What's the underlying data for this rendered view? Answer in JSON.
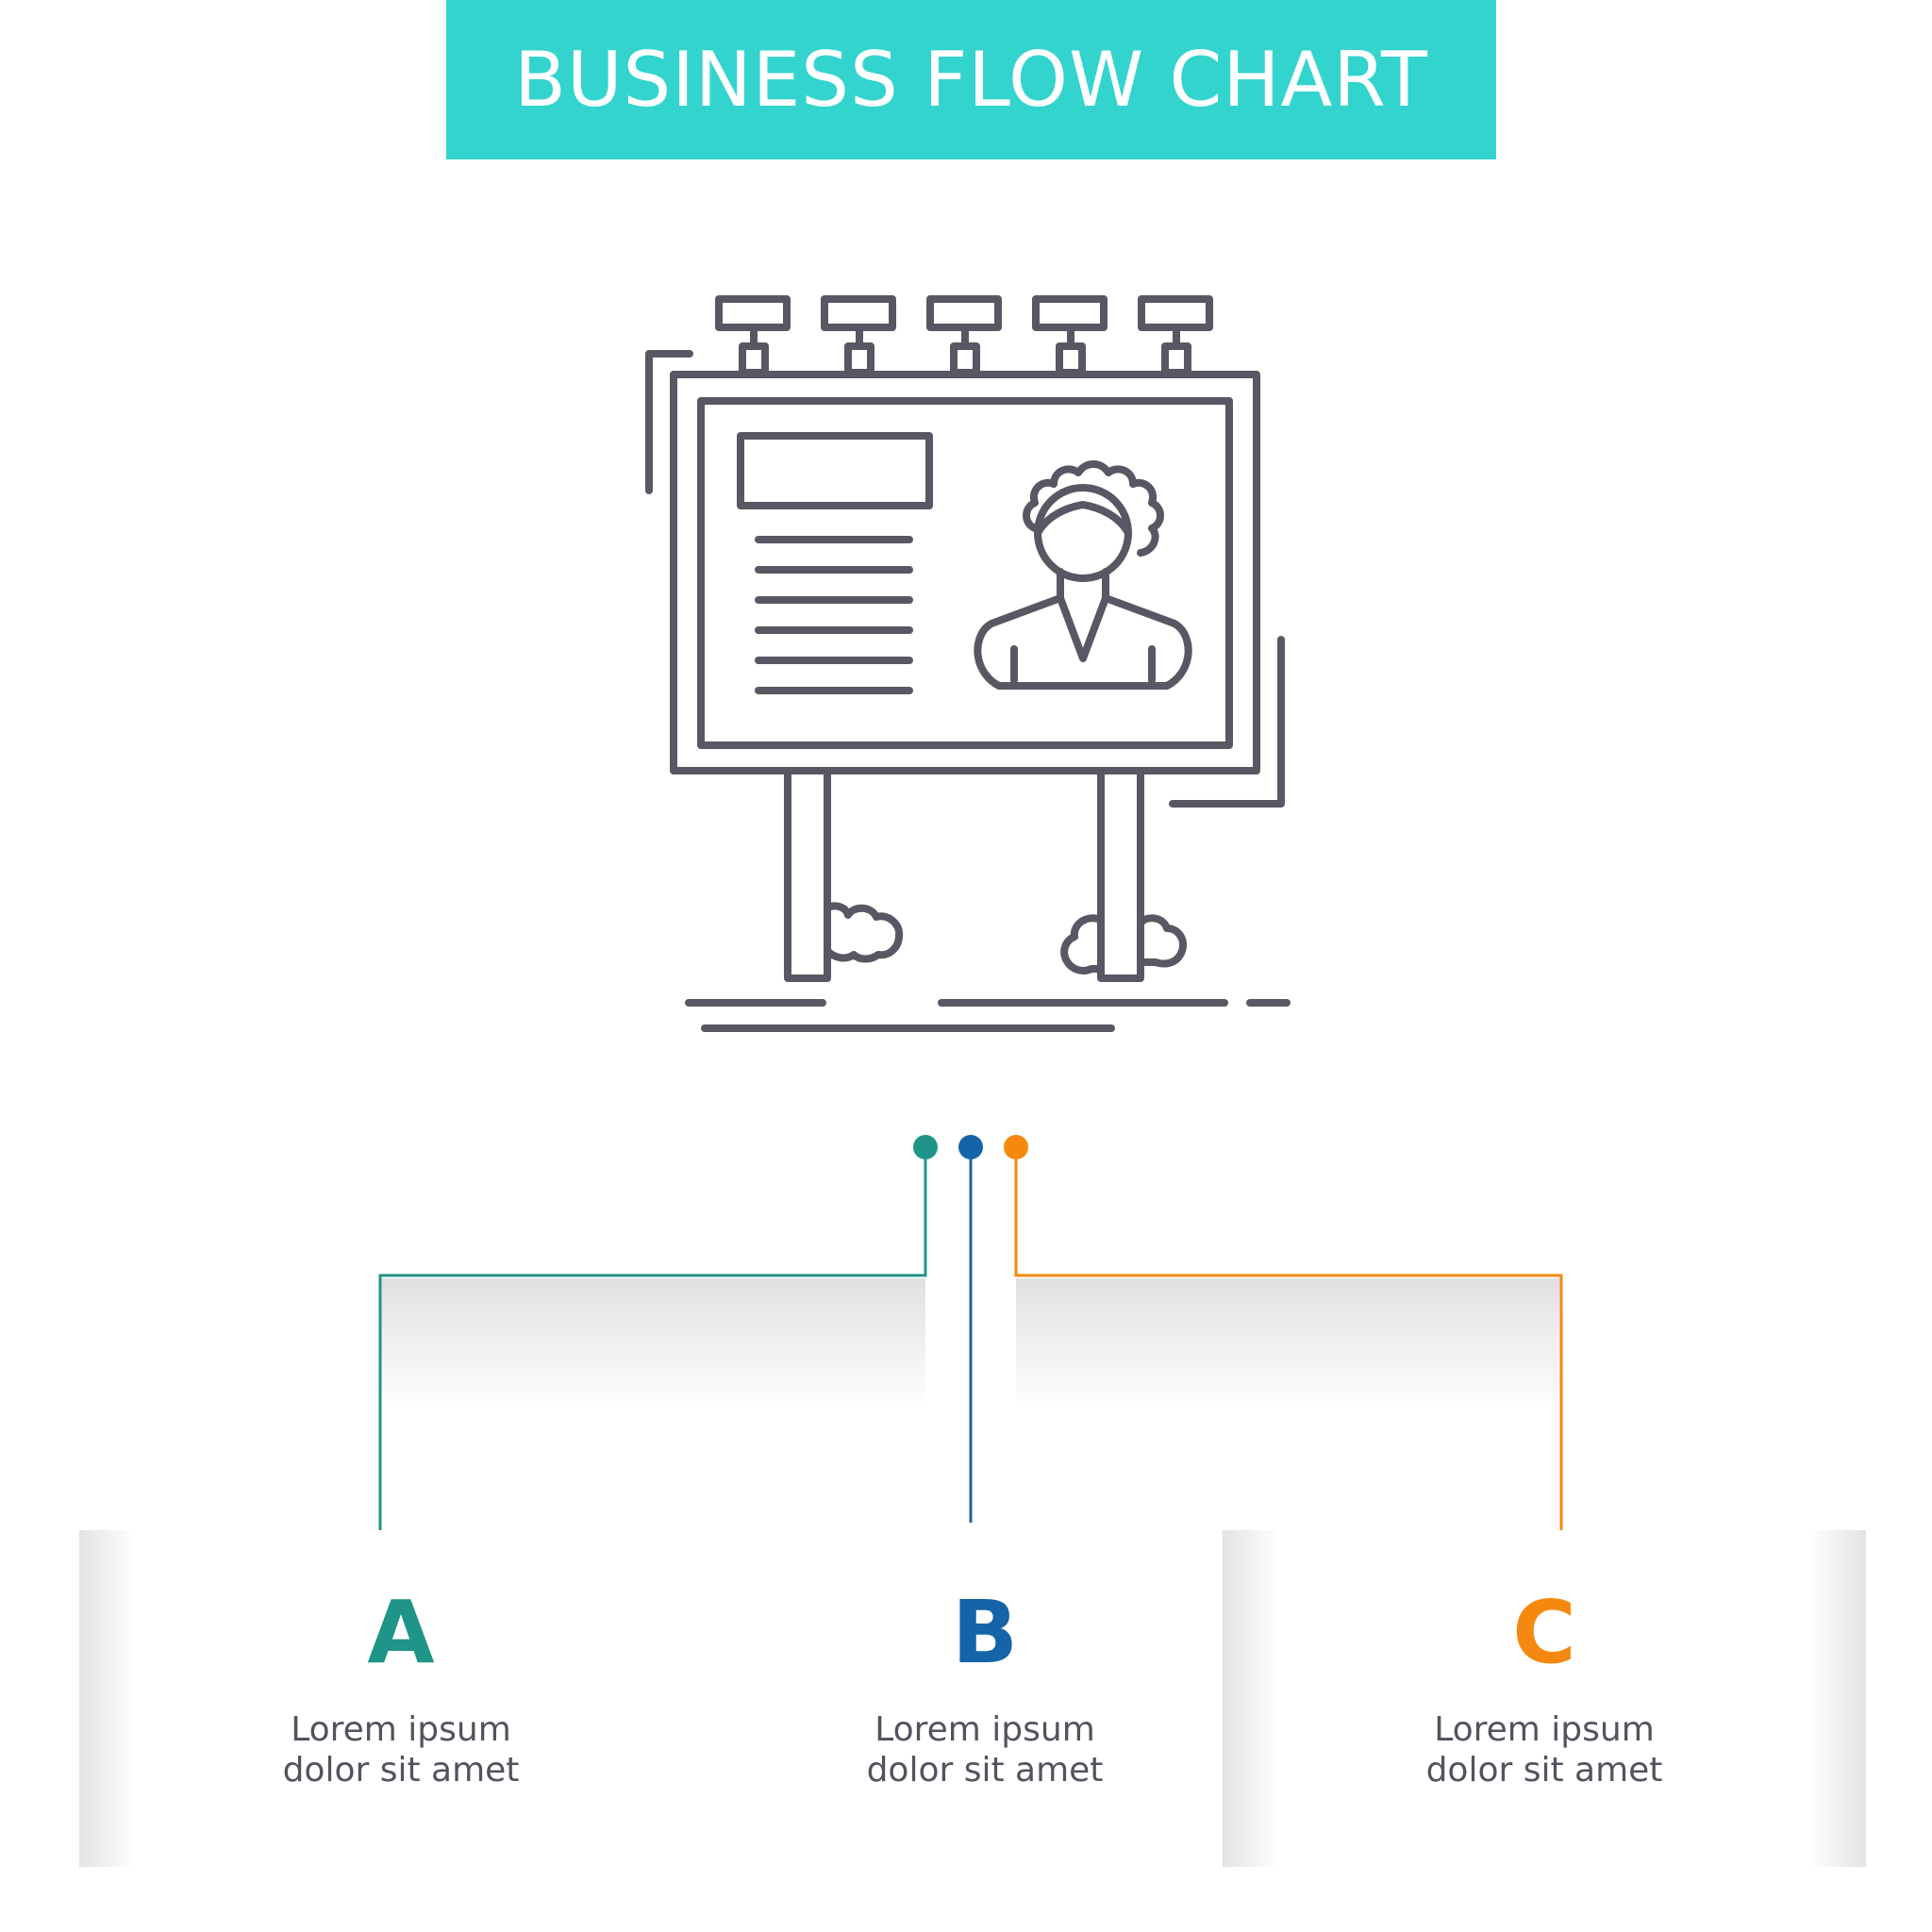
{
  "title": "BUSINESS FLOW CHART",
  "colors": {
    "header_bg": "#33d4ce",
    "header_text": "#ffffff",
    "icon_stroke": "#5a5663",
    "step_a": "#1f9488",
    "step_b": "#1564a8",
    "step_c": "#f5890f",
    "body_text": "#55525e"
  },
  "icon": "billboard-with-person-icon",
  "steps": [
    {
      "letter": "A",
      "line1": "Lorem ipsum",
      "line2": "dolor sit amet",
      "color": "#1f9488"
    },
    {
      "letter": "B",
      "line1": "Lorem ipsum",
      "line2": "dolor sit amet",
      "color": "#1564a8"
    },
    {
      "letter": "C",
      "line1": "Lorem ipsum",
      "line2": "dolor sit amet",
      "color": "#f5890f"
    }
  ]
}
